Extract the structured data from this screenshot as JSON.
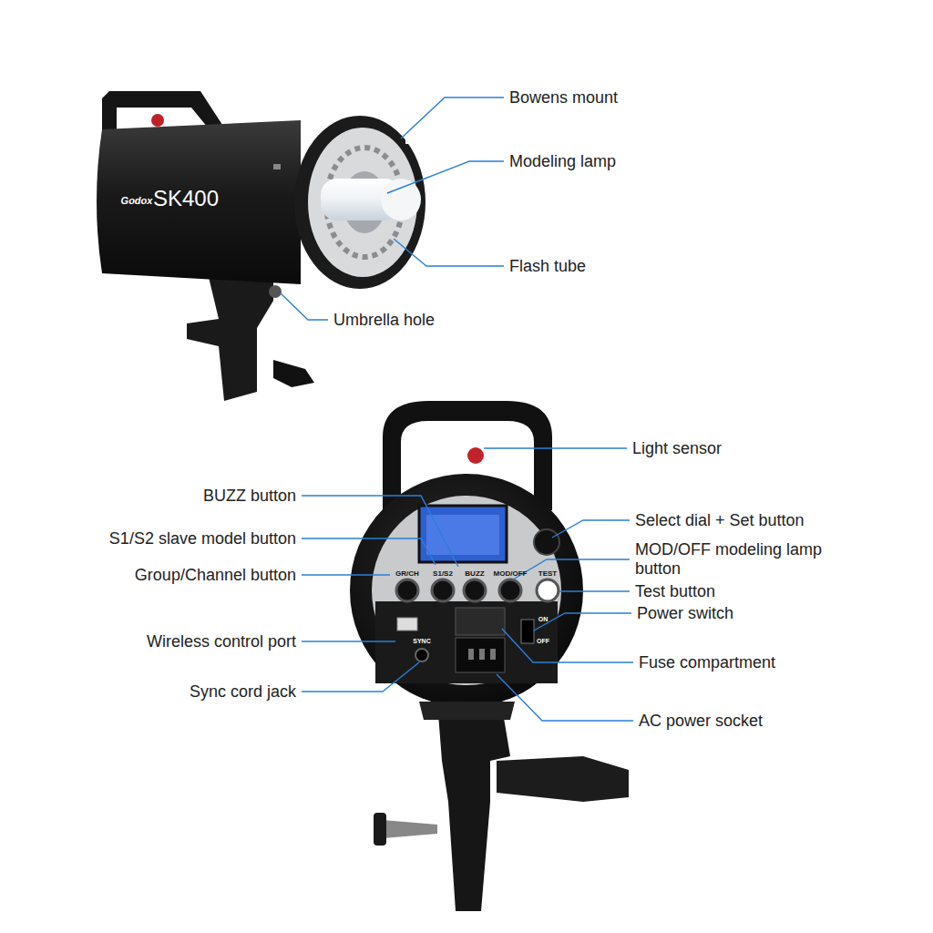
{
  "diagram": {
    "labels": [
      "Bowens mount",
      "Modeling lamp",
      "Flash tube",
      "Umbrella hole",
      "Godox",
      "SK400",
      "Light sensor",
      "BUZZ button",
      "S1/S2 slave model button",
      "Group/Channel button",
      "Select dial + Set button",
      "MOD/OFF modeling lamp button",
      "Test button",
      "Power switch",
      "Wireless control port",
      "Fuse compartment",
      "Sync cord jack",
      "AC power socket",
      "GR/CH",
      "S1/S2",
      "BUZZ",
      "MOD/OFF",
      "TEST",
      "ON",
      "OFF",
      "SYNC"
    ]
  }
}
